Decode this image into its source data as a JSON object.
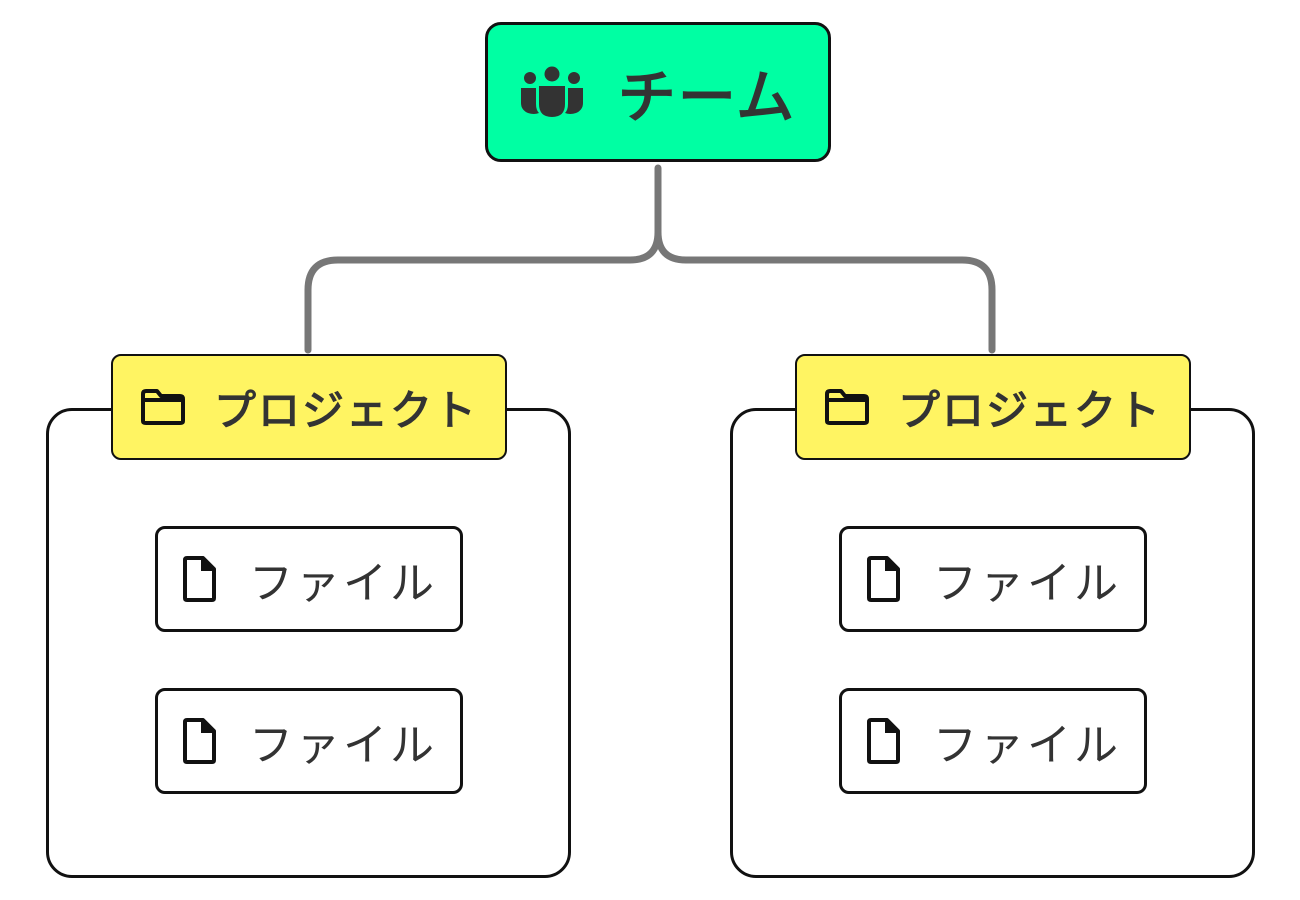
{
  "diagram": {
    "root": {
      "label": "チーム",
      "icon": "team-icon"
    },
    "groups": [
      {
        "header": {
          "label": "プロジェクト",
          "icon": "folder-icon"
        },
        "files": [
          {
            "label": "ファイル",
            "icon": "file-icon"
          },
          {
            "label": "ファイル",
            "icon": "file-icon"
          }
        ]
      },
      {
        "header": {
          "label": "プロジェクト",
          "icon": "folder-icon"
        },
        "files": [
          {
            "label": "ファイル",
            "icon": "file-icon"
          },
          {
            "label": "ファイル",
            "icon": "file-icon"
          }
        ]
      }
    ]
  },
  "colors": {
    "root_fill": "#00ffa3",
    "header_fill": "#fff462",
    "connector": "#777777",
    "border": "#111111",
    "text": "#333333"
  }
}
